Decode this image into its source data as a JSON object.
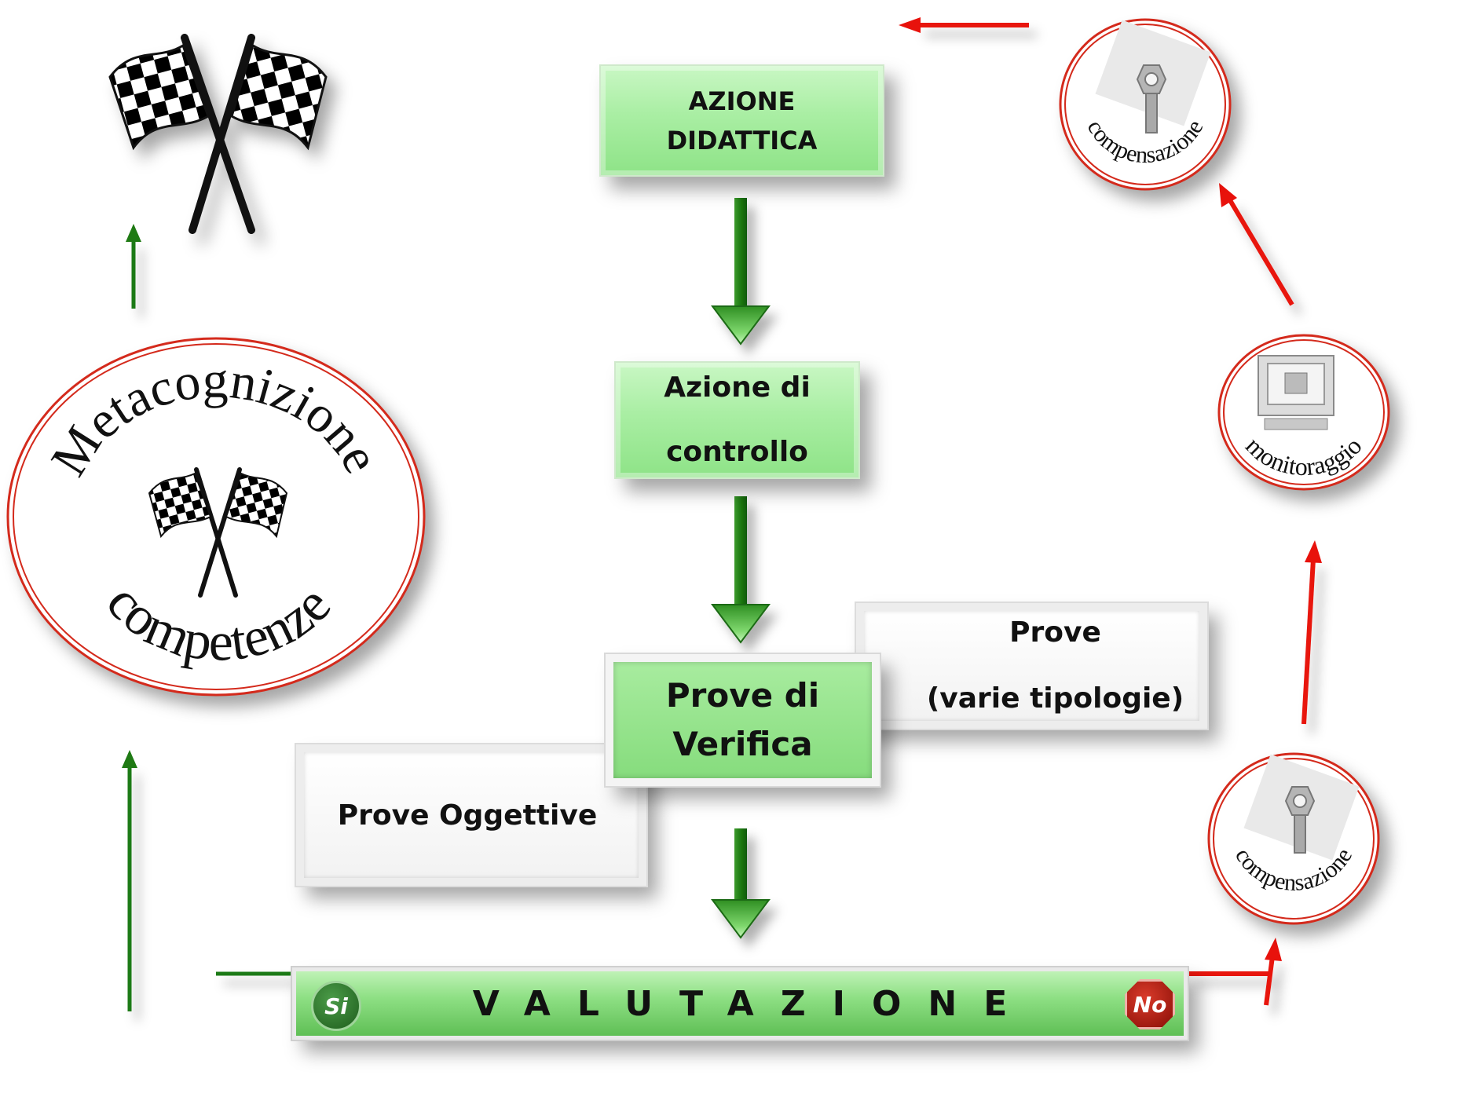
{
  "boxes": {
    "azione_didattica": [
      "AZIONE",
      "DIDATTICA"
    ],
    "azione_controllo": [
      "Azione di",
      "controllo"
    ],
    "prove_verifica": [
      "Prove di",
      "Verifica"
    ],
    "prove_tipologie": [
      "Prove",
      "(varie tipologie)"
    ],
    "prove_oggettive": "Prove Oggettive"
  },
  "valutazione": {
    "label": "VALUTAZIONE",
    "yes": "Si",
    "no": "No"
  },
  "badges": {
    "metacognizione": "Metacognizione",
    "competenze": "competenze",
    "compensazione_top": "compensazione",
    "monitoraggio": "monitoraggio",
    "compensazione_bottom": "compensazione"
  },
  "colors": {
    "green_arrow": "#1f7a14",
    "red_arrow": "#e8120c",
    "box_green": "#a9eea3",
    "ring_red": "#d42a1c"
  }
}
